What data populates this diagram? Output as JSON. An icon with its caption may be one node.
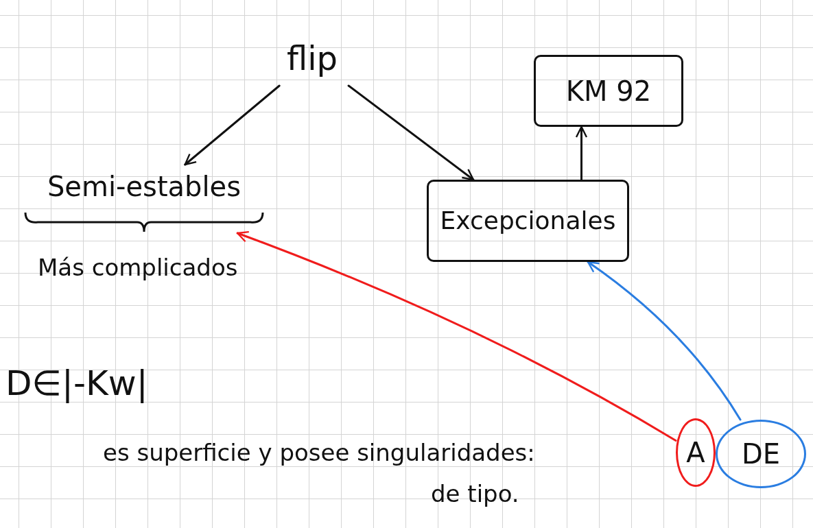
{
  "diagram": {
    "nodes": [
      {
        "text": [
          "flip"
        ]
      },
      {
        "text": [
          "Semi-estables"
        ],
        "beside": [
          "Más complicados"
        ]
      },
      {
        "text": [
          "Excepcionales"
        ]
      },
      {
        "text": [
          "KM 92"
        ]
      },
      {
        "text": [
          "A"
        ]
      },
      {
        "text": [
          "DE"
        ]
      }
    ],
    "edges": [
      {
        "from": 0,
        "to": 1,
        "arrow": "to"
      },
      {
        "from": 0,
        "to": 2,
        "arrow": "to"
      },
      {
        "from": 2,
        "to": 3,
        "arrow": "to"
      },
      {
        "from": 4,
        "to": 1,
        "arrow": "to",
        "color": "#f01c1c"
      },
      {
        "from": 5,
        "to": 2,
        "arrow": "to",
        "color": "#2a7de1"
      }
    ],
    "labels": [
      "D∈|-Kw|",
      "es superficie y posee singularidades:",
      "de tipo."
    ]
  }
}
